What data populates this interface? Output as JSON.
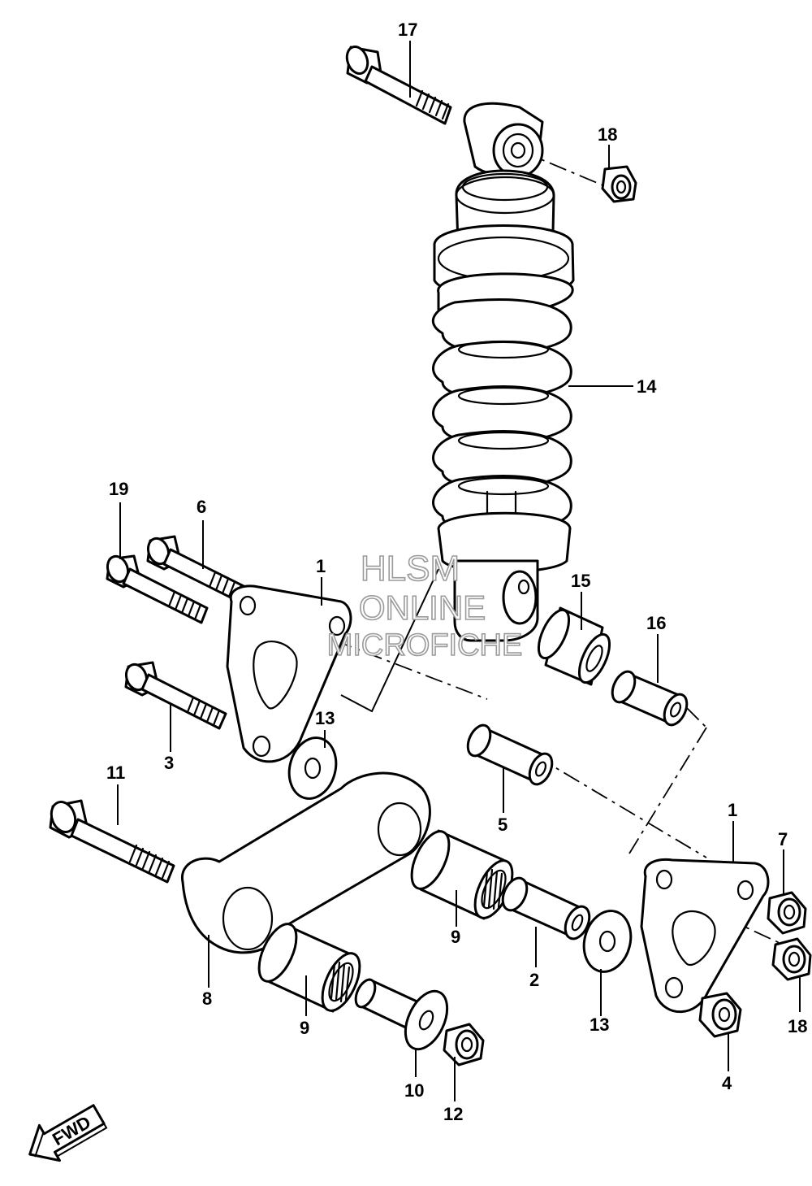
{
  "watermark": {
    "line1": "HLSM",
    "line2": "ONLINE",
    "line3": "MICROFICHE",
    "stroke_color": "#9a9a9a"
  },
  "direction_badge": {
    "label": "FWD",
    "icon": "arrow-down-left-icon"
  },
  "callouts": {
    "c17": "17",
    "c18_top": "18",
    "c14": "14",
    "c19": "19",
    "c6": "6",
    "c1_left": "1",
    "c15": "15",
    "c16": "16",
    "c13_left": "13",
    "c3": "3",
    "c11": "11",
    "c5": "5",
    "c1_right": "1",
    "c7": "7",
    "c9_upper": "9",
    "c2": "2",
    "c8": "8",
    "c9_lower": "9",
    "c13_right": "13",
    "c18_bottom": "18",
    "c10": "10",
    "c12": "12",
    "c4": "4"
  }
}
